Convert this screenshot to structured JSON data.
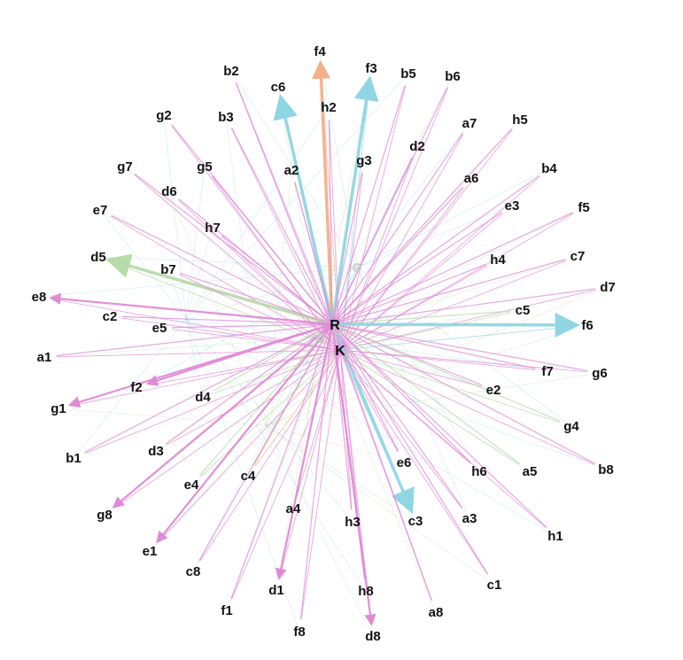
{
  "colors": {
    "pink": "#e08ad6",
    "cyan": "#8fd6e3",
    "green": "#b7dba6",
    "orange": "#f2b08a",
    "hub": "#c8c8c8"
  },
  "hubs": [
    "R",
    "K"
  ],
  "nodes": [
    "f4",
    "f3",
    "b5",
    "b6",
    "b2",
    "c6",
    "h2",
    "b3",
    "a7",
    "h5",
    "g2",
    "g3",
    "d2",
    "g7",
    "g5",
    "a2",
    "b4",
    "a6",
    "e7",
    "d6",
    "e3",
    "f5",
    "h7",
    "h4",
    "d5",
    "c7",
    "b7",
    "d7",
    "e8",
    "c5",
    "c2",
    "f6",
    "e5",
    "a1",
    "f7",
    "g6",
    "f2",
    "e2",
    "d4",
    "g1",
    "g4",
    "d3",
    "b1",
    "e6",
    "h6",
    "a5",
    "b8",
    "e4",
    "c4",
    "a4",
    "h3",
    "c3",
    "a3",
    "g8",
    "h1",
    "e1",
    "c8",
    "d1",
    "h8",
    "c1",
    "f1",
    "a8",
    "f8",
    "d8"
  ],
  "arrowheads": [
    "f4",
    "f3",
    "c6",
    "d5",
    "e8",
    "f6",
    "g1",
    "g8",
    "e1",
    "d1",
    "d8",
    "c3",
    "f2"
  ]
}
